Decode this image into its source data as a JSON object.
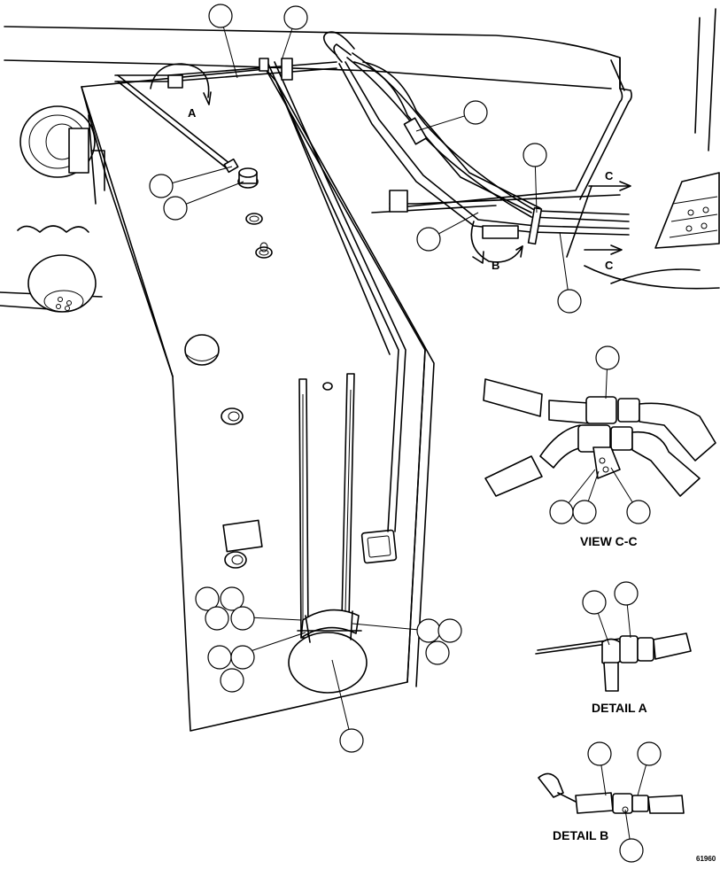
{
  "figure": {
    "view_letters": {
      "a": "A",
      "b": "B",
      "c_top": "C",
      "c_bottom": "C"
    },
    "captions": {
      "view_cc": "VIEW C-C",
      "detail_a": "DETAIL A",
      "detail_b": "DETAIL B"
    },
    "reference_number": "61960",
    "callout_count": 30
  }
}
